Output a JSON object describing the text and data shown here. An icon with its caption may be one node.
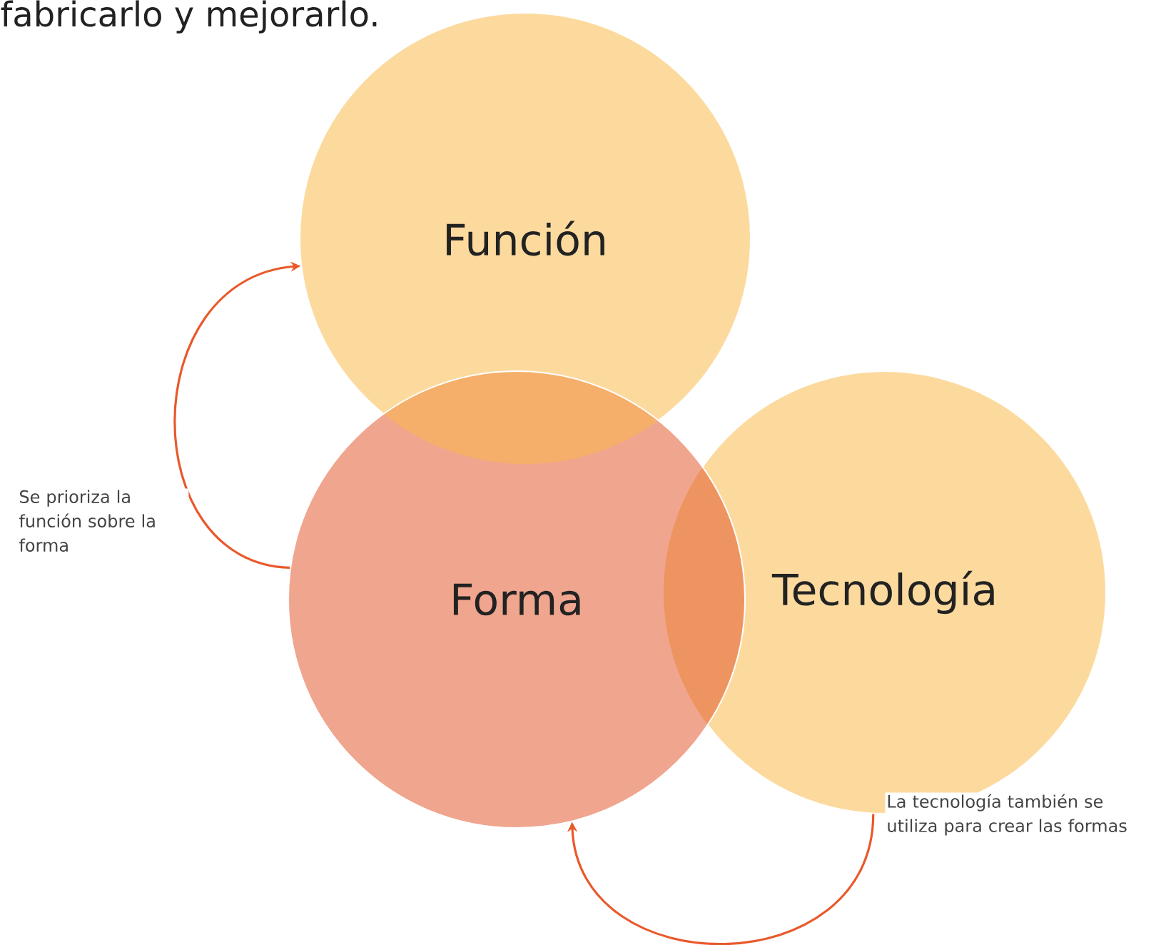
{
  "diagram": {
    "nodes": [
      {
        "text": [
          "Función"
        ]
      },
      {
        "text": [
          "Forma"
        ]
      },
      {
        "text": [
          "Tecnología"
        ]
      }
    ],
    "edges": [
      {
        "from": 1,
        "to": 0,
        "arrow": "to",
        "label": "Se prioriza la función sobre la forma"
      },
      {
        "from": 2,
        "to": 1,
        "arrow": "to",
        "label": "La tecnología también se utiliza para crear las formas"
      }
    ],
    "labels": [
      "fabricarlo y mejorarlo."
    ]
  }
}
